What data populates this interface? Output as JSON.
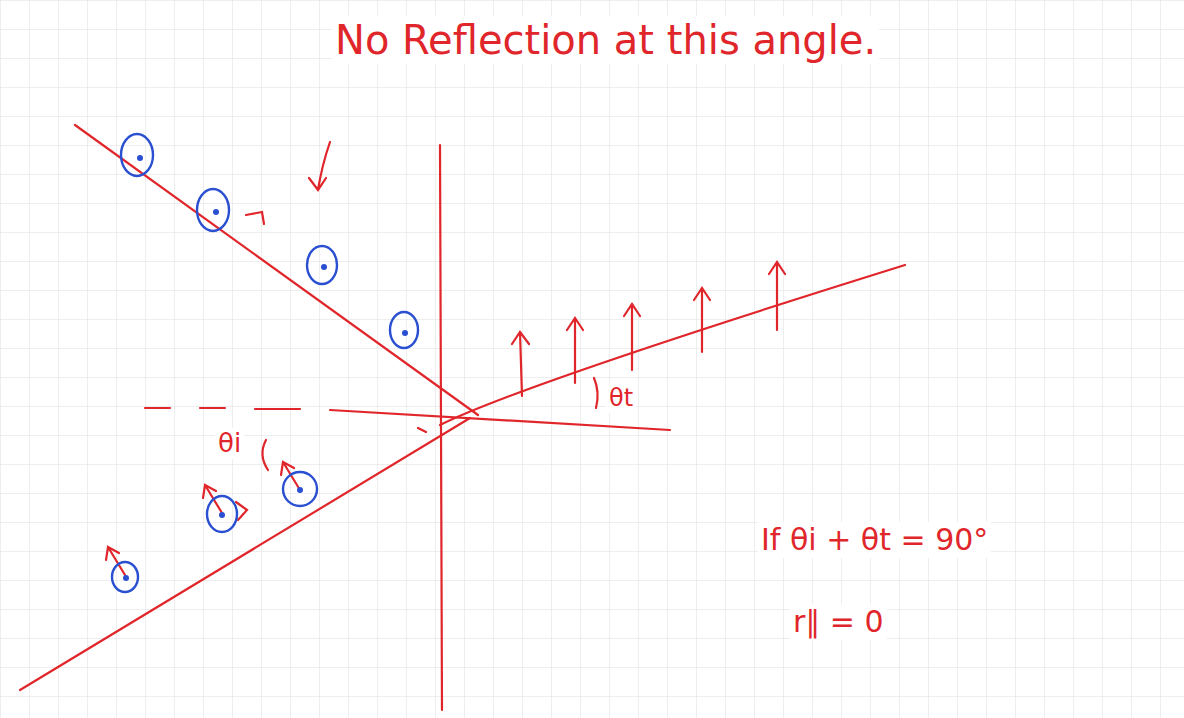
{
  "diagram": {
    "labels": [
      "No Reflection at this angle.",
      "θt",
      "θi",
      "If θi + θt = 90°",
      "r∥ = 0"
    ]
  }
}
